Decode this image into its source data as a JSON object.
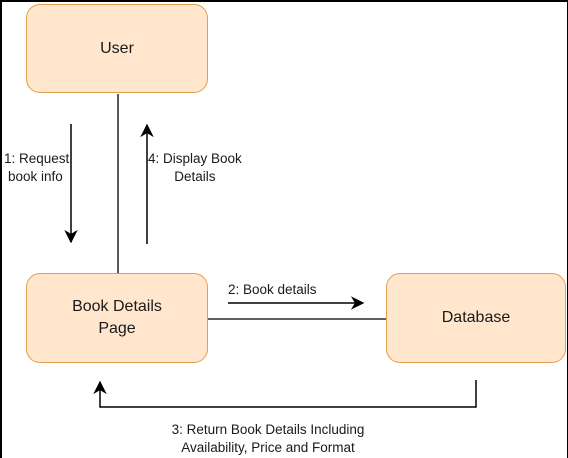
{
  "diagram": {
    "nodes": {
      "user": {
        "label": "User"
      },
      "book_details_page": {
        "label_line1": "Book Details",
        "label_line2": "Page"
      },
      "database": {
        "label": "Database"
      }
    },
    "edges": {
      "request": {
        "line1": "1: Request",
        "line2": "book info"
      },
      "book_details": {
        "label": "2: Book details"
      },
      "return_details": {
        "line1": "3: Return Book Details Including",
        "line2": "Availability, Price and Format"
      },
      "display": {
        "line1": "4: Display Book",
        "line2": "Details"
      }
    },
    "colors": {
      "node_fill": "#ffe6cc",
      "node_stroke": "#e0a050",
      "line": "#000000"
    }
  }
}
